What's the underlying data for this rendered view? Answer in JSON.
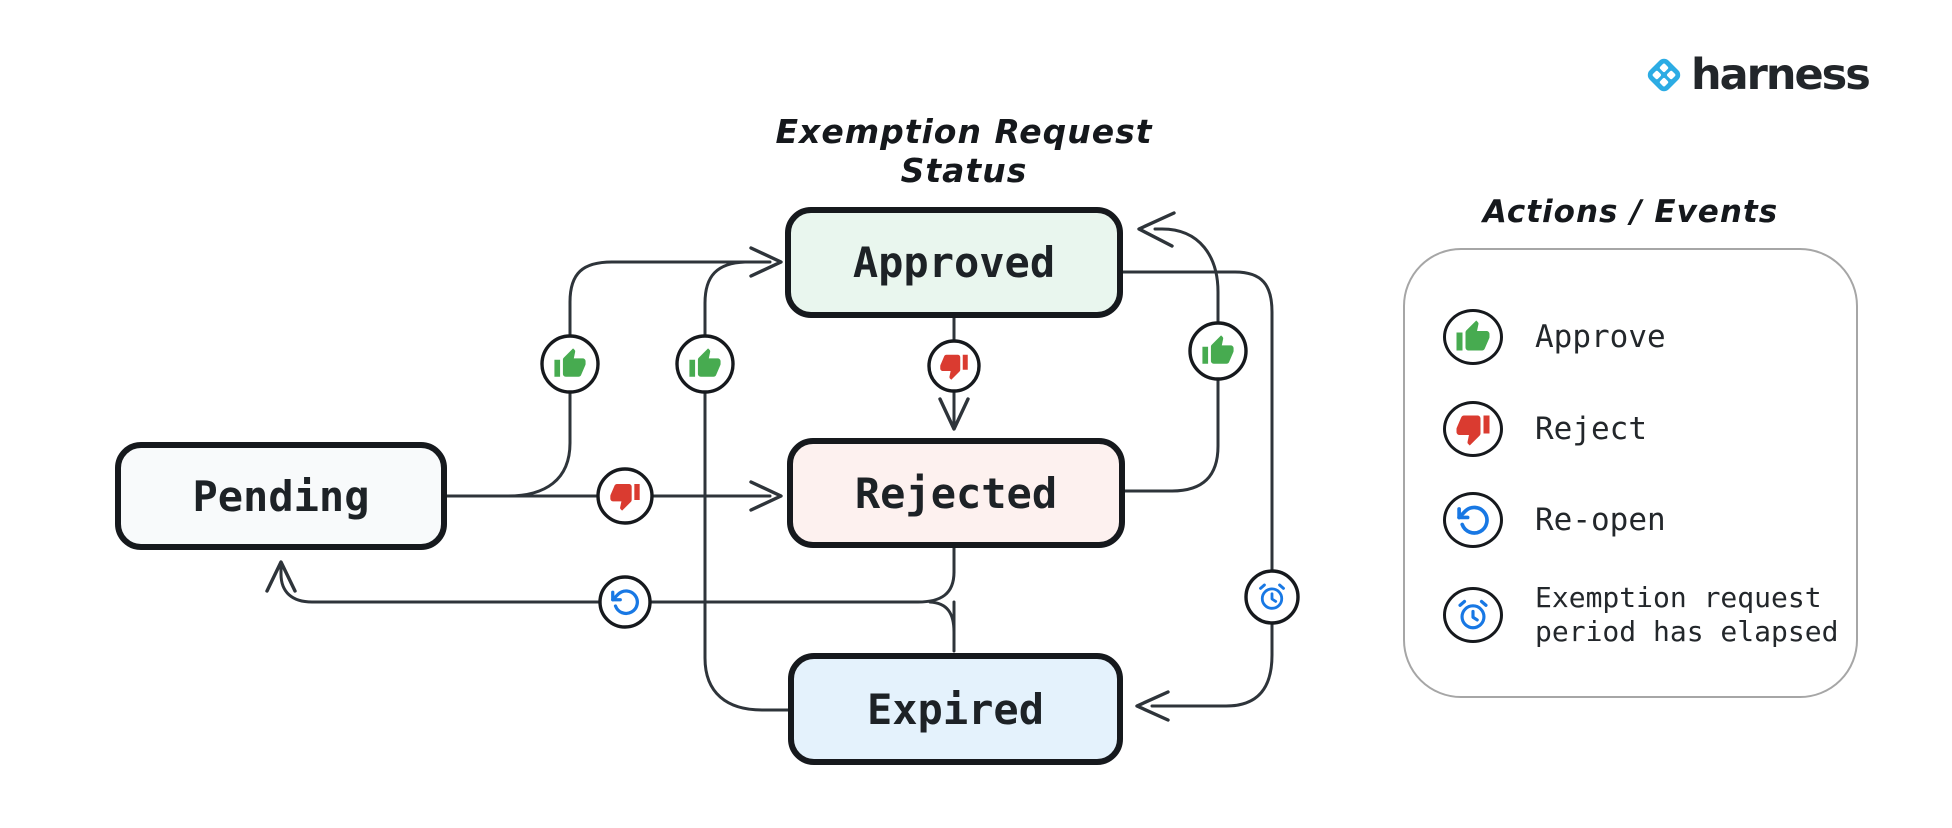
{
  "brand": {
    "name": "harness"
  },
  "diagram": {
    "title": "Exemption Request Status",
    "states": [
      {
        "id": "pending",
        "label": "Pending"
      },
      {
        "id": "approved",
        "label": "Approved"
      },
      {
        "id": "rejected",
        "label": "Rejected"
      },
      {
        "id": "expired",
        "label": "Expired"
      }
    ],
    "transitions": [
      {
        "from": "Pending",
        "to": "Approved",
        "action": "Approve"
      },
      {
        "from": "Pending",
        "to": "Rejected",
        "action": "Reject"
      },
      {
        "from": "Approved",
        "to": "Rejected",
        "action": "Reject"
      },
      {
        "from": "Rejected",
        "to": "Approved",
        "action": "Approve"
      },
      {
        "from": "Rejected",
        "to": "Pending",
        "action": "Re-open"
      },
      {
        "from": "Rejected",
        "to": "Expired",
        "action": ""
      },
      {
        "from": "Expired",
        "to": "Approved",
        "action": "Approve"
      },
      {
        "from": "Approved",
        "to": "Expired",
        "action": "Exemption request period has elapsed"
      }
    ],
    "colors": {
      "pending_fill": "#f8fafb",
      "approved_fill": "#e9f6ee",
      "rejected_fill": "#fdf1ef",
      "expired_fill": "#e4f2fc",
      "box_border": "#16191d",
      "edge_line": "#2e343a",
      "approve_green": "#47ab50",
      "reject_red": "#da3b30",
      "action_blue": "#1878e4",
      "brand_blue": "#2cace4",
      "legend_border": "#a6a6a6"
    }
  },
  "legend": {
    "title": "Actions / Events",
    "items": [
      {
        "icon": "thumbs-up-icon",
        "label": "Approve"
      },
      {
        "icon": "thumbs-down-icon",
        "label": "Reject"
      },
      {
        "icon": "reopen-icon",
        "label": "Re-open"
      },
      {
        "icon": "alarm-clock-icon",
        "label": "Exemption request period has elapsed"
      }
    ]
  }
}
